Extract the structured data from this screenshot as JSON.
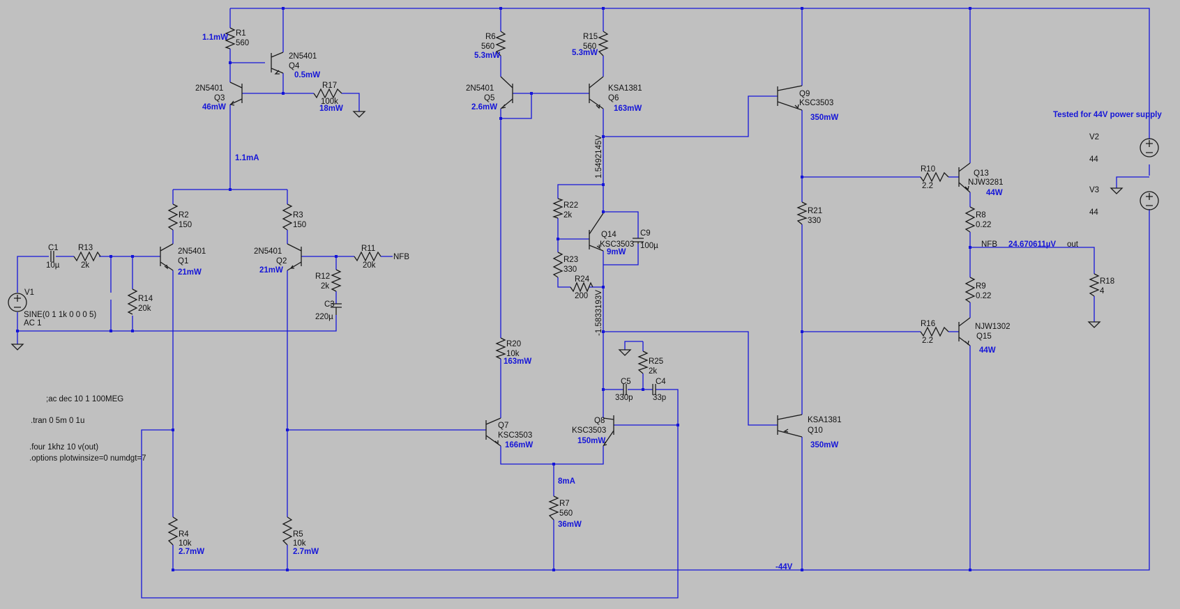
{
  "colors": {
    "background": "#c0c0c0",
    "wire": "#1515d8",
    "component": "#1a1a1a",
    "annotation": "#1515d8"
  },
  "components": {
    "R1": {
      "name": "R1",
      "value": "560",
      "power": "1.1mW"
    },
    "R2": {
      "name": "R2",
      "value": "150"
    },
    "R3": {
      "name": "R3",
      "value": "150"
    },
    "R4": {
      "name": "R4",
      "value": "10k",
      "power": "2.7mW"
    },
    "R5": {
      "name": "R5",
      "value": "10k",
      "power": "2.7mW"
    },
    "R6": {
      "name": "R6",
      "value": "560",
      "power": "5.3mW"
    },
    "R7": {
      "name": "R7",
      "value": "560",
      "power": "36mW"
    },
    "R8": {
      "name": "R8",
      "value": "0.22"
    },
    "R9": {
      "name": "R9",
      "value": "0.22"
    },
    "R10": {
      "name": "R10",
      "value": "2.2"
    },
    "R11": {
      "name": "R11",
      "value": "20k",
      "net": "NFB"
    },
    "R12": {
      "name": "R12",
      "value": "2k"
    },
    "R13": {
      "name": "R13",
      "value": "2k"
    },
    "R14": {
      "name": "R14",
      "value": "20k"
    },
    "R15": {
      "name": "R15",
      "value": "560",
      "power": "5.3mW"
    },
    "R16": {
      "name": "R16",
      "value": "2.2"
    },
    "R17": {
      "name": "R17",
      "value": "100k",
      "power": "18mW"
    },
    "R18": {
      "name": "R18",
      "value": "4"
    },
    "R20": {
      "name": "R20",
      "value": "10k",
      "power": "163mW"
    },
    "R21": {
      "name": "R21",
      "value": "330"
    },
    "R22": {
      "name": "R22",
      "value": "2k"
    },
    "R23": {
      "name": "R23",
      "value": "330"
    },
    "R24": {
      "name": "R24",
      "value": "200"
    },
    "R25": {
      "name": "R25",
      "value": "2k"
    },
    "C1": {
      "name": "C1",
      "value": "10µ"
    },
    "C3": {
      "name": "C3",
      "value": "220µ"
    },
    "C4": {
      "name": "C4",
      "value": "33p"
    },
    "C5": {
      "name": "C5",
      "value": "330p"
    },
    "C9": {
      "name": "C9",
      "value": "100µ"
    },
    "Q1": {
      "name": "Q1",
      "model": "2N5401",
      "power": "21mW"
    },
    "Q2": {
      "name": "Q2",
      "model": "2N5401",
      "power": "21mW"
    },
    "Q3": {
      "name": "Q3",
      "model": "2N5401",
      "power": "46mW"
    },
    "Q4": {
      "name": "Q4",
      "model": "2N5401",
      "power": "0.5mW"
    },
    "Q5": {
      "name": "Q5",
      "model": "2N5401",
      "power": "2.6mW"
    },
    "Q6": {
      "name": "Q6",
      "model": "KSA1381",
      "power": "163mW"
    },
    "Q7": {
      "name": "Q7",
      "model": "KSC3503",
      "power": "166mW"
    },
    "Q8": {
      "name": "Q8",
      "model": "KSC3503",
      "power": "150mW"
    },
    "Q9": {
      "name": "Q9",
      "model": "KSC3503",
      "power": "350mW"
    },
    "Q10": {
      "name": "Q10",
      "model": "KSA1381",
      "power": "350mW"
    },
    "Q13": {
      "name": "Q13",
      "model": "NJW3281",
      "power": "44W"
    },
    "Q14": {
      "name": "Q14",
      "model": "KSC3503",
      "power": "9mW"
    },
    "Q15": {
      "name": "Q15",
      "model": "NJW1302",
      "power": "44W"
    },
    "V1": {
      "name": "V1",
      "line1": "SINE(0 1 1k 0 0 0 5)",
      "line2": "AC 1"
    },
    "V2": {
      "name": "V2",
      "value": "44"
    },
    "V3": {
      "name": "V3",
      "value": "44"
    }
  },
  "annotations": {
    "i_ltp": "1.1mA",
    "i_vas": "8mA",
    "v_top": "1.5492145V",
    "v_bot": "-1.5833193V",
    "v_out": "24.670611µV",
    "neg_rail": "-44V",
    "out_label": "out",
    "nfb_label": "NFB",
    "supply_note": "Tested for 44V power supply"
  },
  "directives": [
    ";ac dec 10 1 100MEG",
    ".tran 0 5m 0 1u",
    ".four 1khz 10 v(out)",
    ".options plotwinsize=0 numdgt=7"
  ]
}
